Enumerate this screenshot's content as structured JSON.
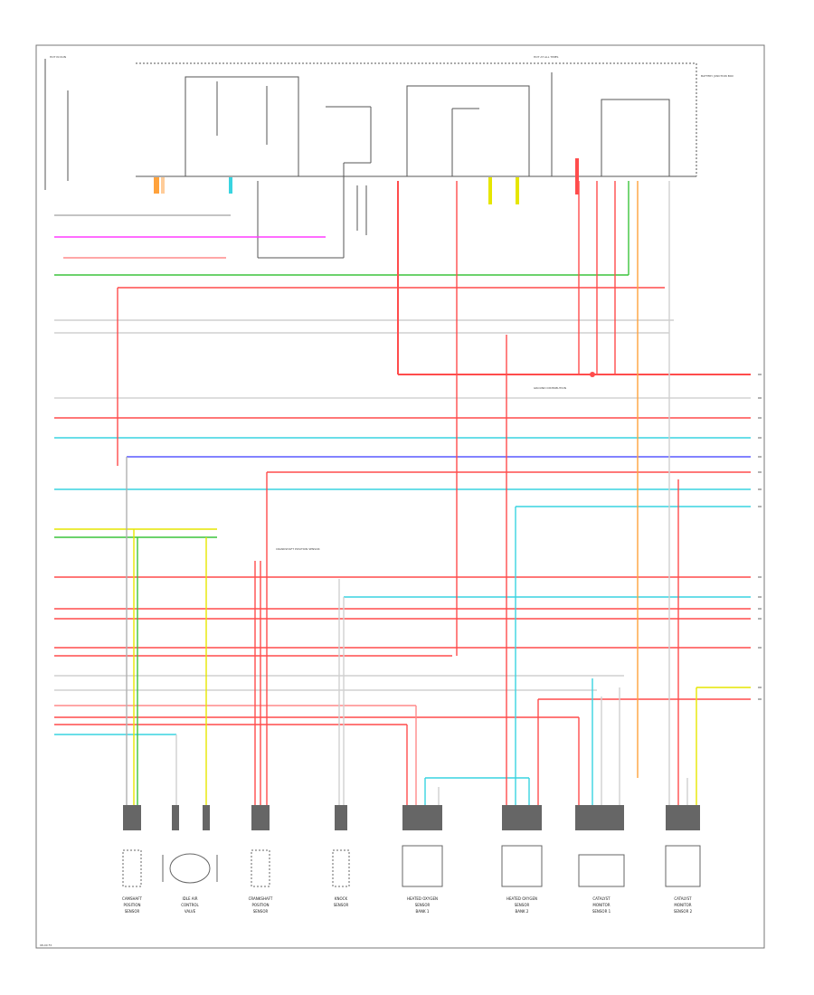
{
  "diagram": {
    "figure_code": "98-00 FX",
    "colors": {
      "red": "#ff4c4c",
      "light_red": "#ff8a8a",
      "green": "#3cc43c",
      "cyan": "#39d4e0",
      "magenta": "#ff3cff",
      "blue": "#5a5aff",
      "yellow": "#e6e600",
      "orange": "#ffa23c",
      "gray": "#b0b0b0",
      "dark": "#404040"
    },
    "header_labels": {
      "left_box": "HOT IN RUN",
      "center_box": "HOT AT ALL TIMES",
      "right_box": "BATTERY JUNCTION BOX"
    },
    "splice_label": "GROUND DISTRIBUTION",
    "center_note": "CRANKSHAFT POSITION SENSOR",
    "bottom_components": [
      {
        "line1": "CAMSHAFT",
        "line2": "POSITION",
        "line3": "SENSOR"
      },
      {
        "line1": "IDLE AIR",
        "line2": "CONTROL",
        "line3": "VALVE"
      },
      {
        "line1": "CRANKSHAFT",
        "line2": "POSITION",
        "line3": "SENSOR"
      },
      {
        "line1": "KNOCK",
        "line2": "SENSOR",
        "line3": ""
      },
      {
        "line1": "HEATED OXYGEN",
        "line2": "SENSOR",
        "line3": "BANK 1"
      },
      {
        "line1": "HEATED OXYGEN",
        "line2": "SENSOR",
        "line3": "BANK 2"
      },
      {
        "line1": "CATALYST",
        "line2": "MONITOR",
        "line3": "SENSOR 1"
      },
      {
        "line1": "CATALYST",
        "line2": "MONITOR",
        "line3": "SENSOR 2"
      }
    ]
  }
}
